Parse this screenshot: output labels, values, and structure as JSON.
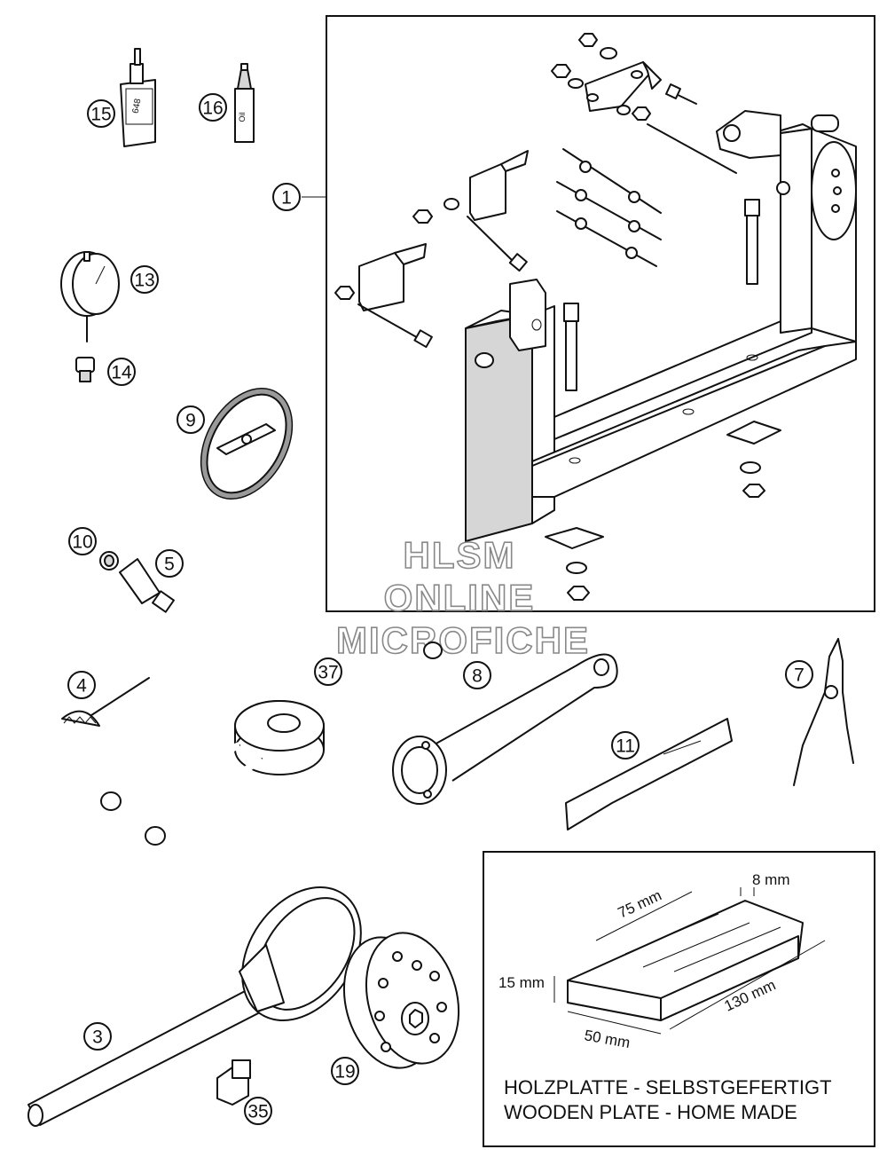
{
  "callouts": [
    "1",
    "3",
    "4",
    "5",
    "7",
    "8",
    "9",
    "10",
    "11",
    "13",
    "14",
    "15",
    "16",
    "19",
    "35",
    "37"
  ],
  "tube_labels": {
    "loctite_648": "648",
    "grease_tube": "Oil"
  },
  "watermark": {
    "line1": "HLSM",
    "line2": "ONLINE",
    "line3": "MICROFICHE"
  },
  "wooden_plate": {
    "dim_width": "8 mm",
    "dim_length_top": "75 mm",
    "dim_thickness": "15 mm",
    "dim_length_side": "130 mm",
    "dim_bottom": "50 mm",
    "note_de": "HOLZPLATTE - SELBSTGEFERTIGT",
    "note_en": "WOODEN PLATE - HOME MADE"
  }
}
